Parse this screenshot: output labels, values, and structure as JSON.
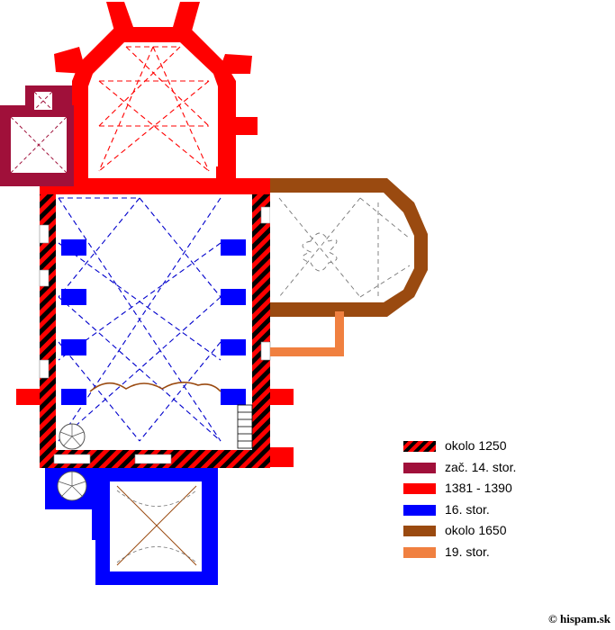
{
  "periods": {
    "p1250": {
      "label": "okolo 1250",
      "color": "#ff0000",
      "pattern": "red-black-hatch"
    },
    "p14": {
      "label": "zač. 14. stor.",
      "color": "#a0103a"
    },
    "p1381": {
      "label": "1381 - 1390",
      "color": "#ff0000"
    },
    "p16": {
      "label": "16. stor.",
      "color": "#0000ff"
    },
    "p1650": {
      "label": "okolo 1650",
      "color": "#9a4a10"
    },
    "p19": {
      "label": "19. stor.",
      "color": "#f08040"
    }
  },
  "legend_order": [
    "p1250",
    "p14",
    "p1381",
    "p16",
    "p1650",
    "p19"
  ],
  "credit": "© hispam.sk"
}
